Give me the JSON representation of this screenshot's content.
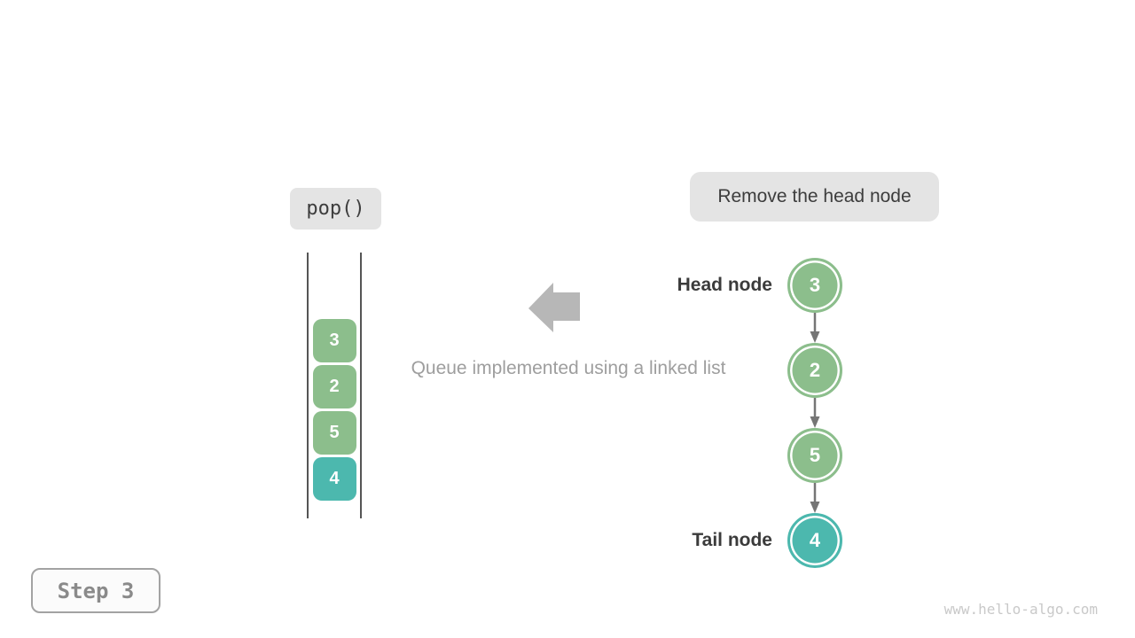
{
  "pop_label": {
    "text": "pop()"
  },
  "callout": {
    "text": "Remove the head node"
  },
  "caption": {
    "text": "Queue implemented using a linked list"
  },
  "queue_stack": {
    "items": [
      {
        "value": "3",
        "color": "#8cbe8c"
      },
      {
        "value": "2",
        "color": "#8cbe8c"
      },
      {
        "value": "5",
        "color": "#8cbe8c"
      },
      {
        "value": "4",
        "color": "#4cb8ae"
      }
    ]
  },
  "linked_list": {
    "head_label": "Head node",
    "tail_label": "Tail node",
    "nodes": [
      {
        "value": "3",
        "color": "#8cbe8c"
      },
      {
        "value": "2",
        "color": "#8cbe8c"
      },
      {
        "value": "5",
        "color": "#8cbe8c"
      },
      {
        "value": "4",
        "color": "#4cb8ae"
      }
    ]
  },
  "step_badge": {
    "text": "Step 3"
  },
  "watermark": {
    "text": "www.hello-algo.com"
  },
  "colors": {
    "badge_bg": "#e4e4e4",
    "dark_text": "#3d3d3d",
    "gray_text": "#9e9e9e",
    "big_arrow": "#b7b7b7",
    "connector": "#757575",
    "wall": "#555555",
    "node_green": "#8cbe8c",
    "node_teal": "#4cb8ae"
  }
}
